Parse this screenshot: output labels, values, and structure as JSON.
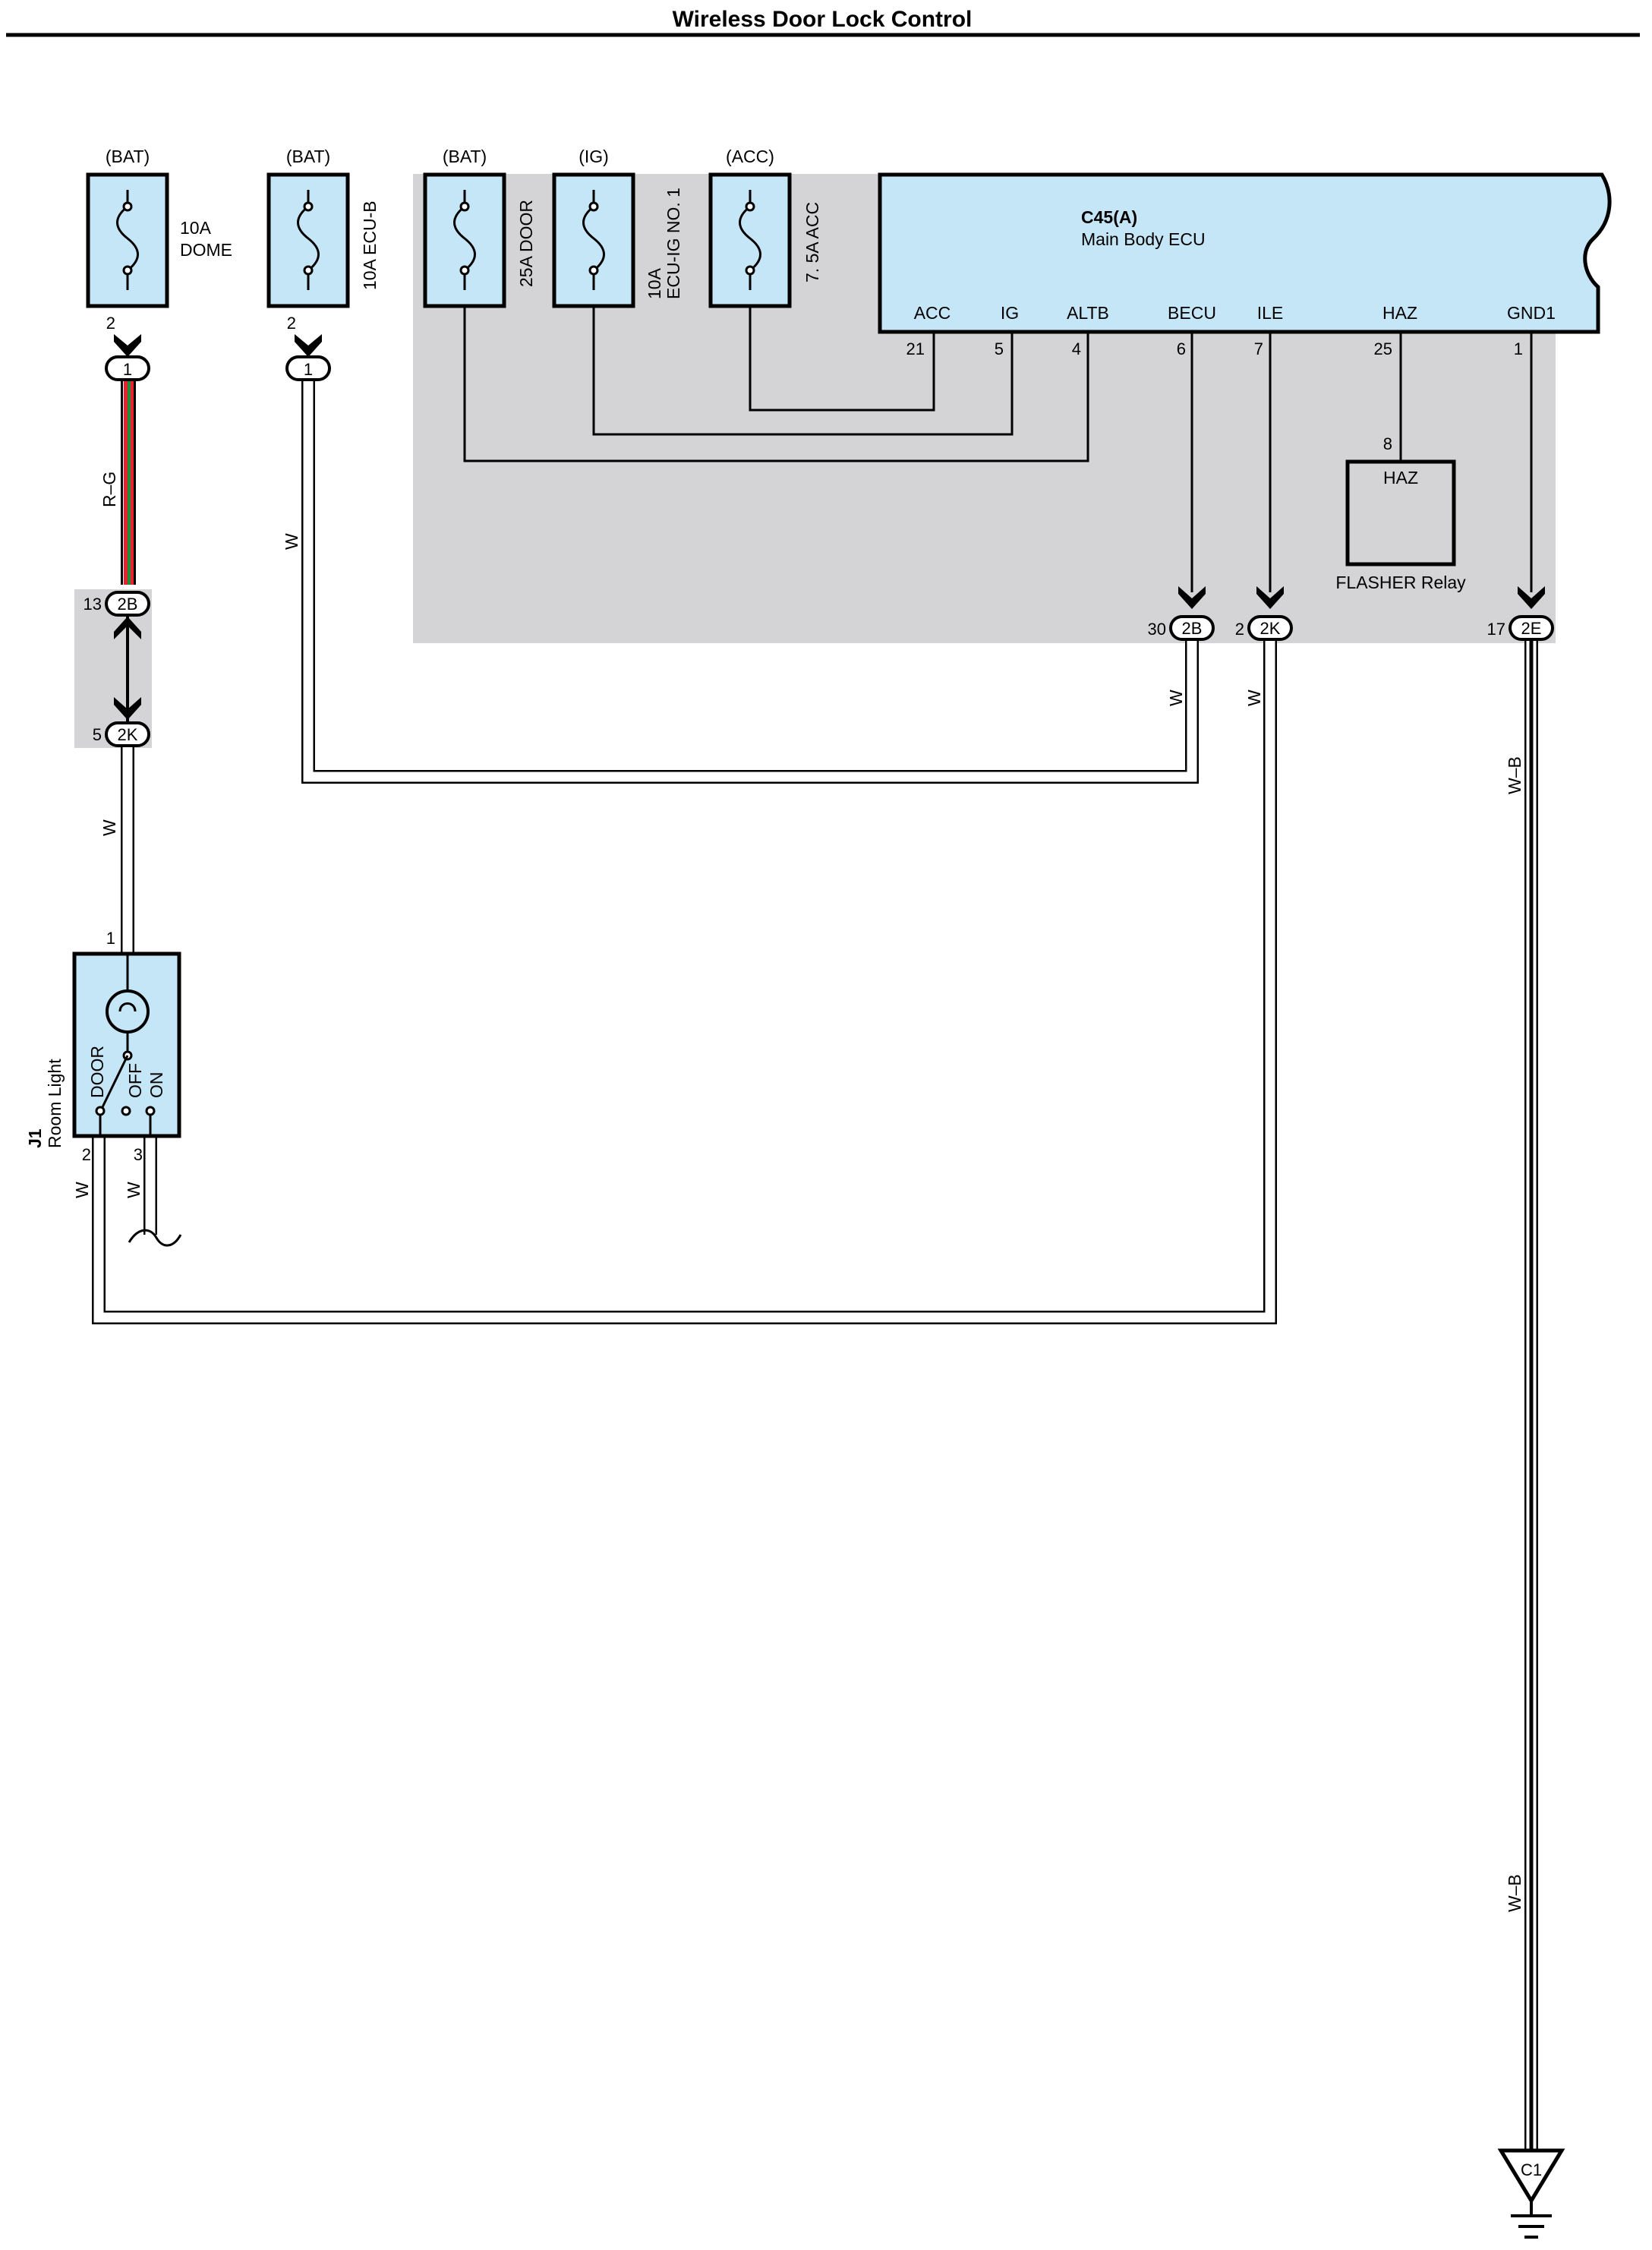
{
  "title": "Wireless Door Lock Control",
  "fuses": [
    {
      "source": "(BAT)",
      "label1": "10A",
      "label2": "DOME",
      "pin": "2",
      "conn": "1"
    },
    {
      "source": "(BAT)",
      "label1": "10A ECU-B",
      "pin": "2",
      "conn": "1"
    },
    {
      "source": "(BAT)",
      "label1": "25A DOOR"
    },
    {
      "source": "(IG)",
      "label1": "10A",
      "label2": "ECU-IG NO. 1"
    },
    {
      "source": "(ACC)",
      "label1": "7. 5A ACC"
    }
  ],
  "ecu": {
    "code": "C45(A)",
    "name": "Main Body ECU",
    "terminals": [
      {
        "name": "ACC",
        "pin": "21"
      },
      {
        "name": "IG",
        "pin": "5"
      },
      {
        "name": "ALTB",
        "pin": "4"
      },
      {
        "name": "BECU",
        "pin": "6"
      },
      {
        "name": "ILE",
        "pin": "7"
      },
      {
        "name": "HAZ",
        "pin": "25"
      },
      {
        "name": "GND1",
        "pin": "1"
      }
    ]
  },
  "relay": {
    "name": "FLASHER Relay",
    "terminal": "HAZ",
    "pin": "8"
  },
  "connectors": [
    {
      "pin": "13",
      "code": "2B"
    },
    {
      "pin": "5",
      "code": "2K"
    },
    {
      "pin": "30",
      "code": "2B"
    },
    {
      "pin": "2",
      "code": "2K"
    },
    {
      "pin": "17",
      "code": "2E"
    }
  ],
  "room_light": {
    "code": "J1",
    "name": "Room Light",
    "positions": [
      "DOOR",
      "OFF",
      "ON"
    ],
    "pin_top": "1",
    "pin_left": "2",
    "pin_right": "3"
  },
  "wire_colors": {
    "rg": "R–G",
    "w": "W",
    "wb": "W–B"
  },
  "ground": "C1",
  "colors": {
    "fuse_fill": "#c5e6f7",
    "shade": "#d4d4d6",
    "wire_red": "#e8212e",
    "wire_green": "#1f8f3e"
  }
}
